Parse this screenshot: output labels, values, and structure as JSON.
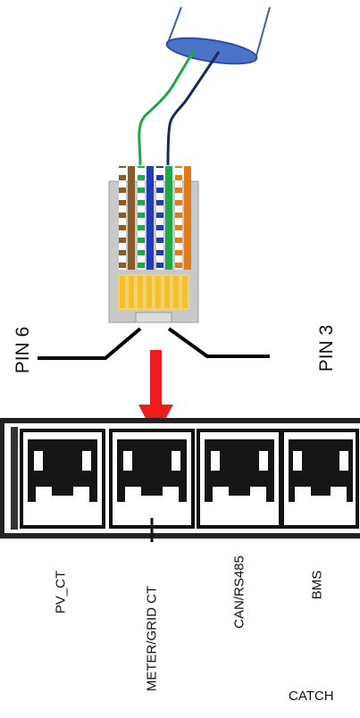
{
  "labels": {
    "pin_left": "PIN 6",
    "pin_right": "PIN 3",
    "catch": "CATCH"
  },
  "ports": [
    {
      "label": "PV_CT"
    },
    {
      "label": "METER/GRID CT"
    },
    {
      "label": "CAN/RS485"
    },
    {
      "label": "BMS"
    }
  ],
  "colors": {
    "cable_sleeve": "#4a74c8",
    "green_wire": "#1ea84a",
    "navy_wire": "#1b2a5c",
    "orange_wire": "#e07b1c",
    "brown_wire": "#8a5a2b",
    "blue_wire": "#1f3bb5",
    "pin_gold": "#f2c230",
    "arrow_red": "#ee1c1c"
  }
}
